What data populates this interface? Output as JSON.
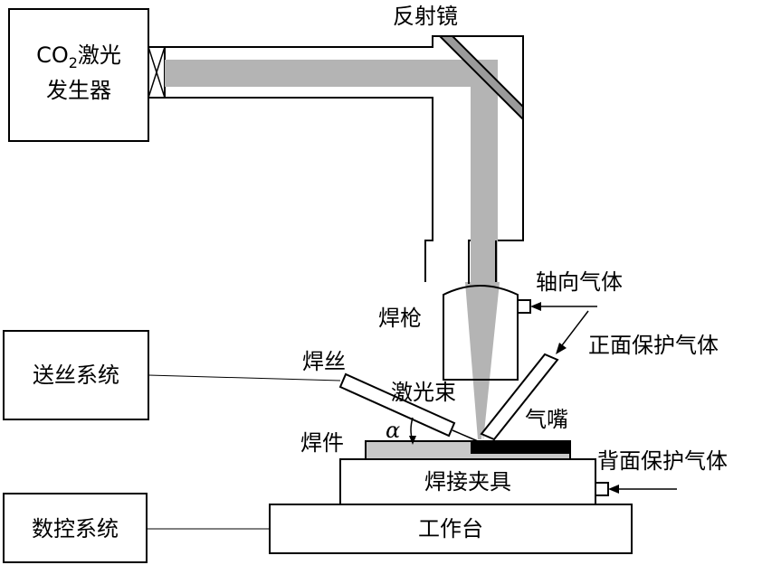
{
  "labels": {
    "laser_generator_line1_prefix": "CO",
    "laser_generator_line1_sub": "2",
    "laser_generator_line1_suffix": "激光",
    "laser_generator_line2": "发生器",
    "mirror": "反射镜",
    "axial_gas": "轴向气体",
    "welding_torch": "焊枪",
    "front_shield_gas": "正面保护气体",
    "wire_feed_system": "送丝系统",
    "welding_wire": "焊丝",
    "laser_beam": "激光束",
    "nozzle": "气嘴",
    "angle_symbol": "α",
    "workpiece": "焊件",
    "back_shield_gas": "背面保护气体",
    "welding_fixture": "焊接夹具",
    "cnc_system": "数控系统",
    "worktable": "工作台"
  },
  "colors": {
    "beam": "#b4b4b4",
    "workpiece": "#c8c8c8",
    "weld_seam": "#000000",
    "outline": "#000000"
  }
}
